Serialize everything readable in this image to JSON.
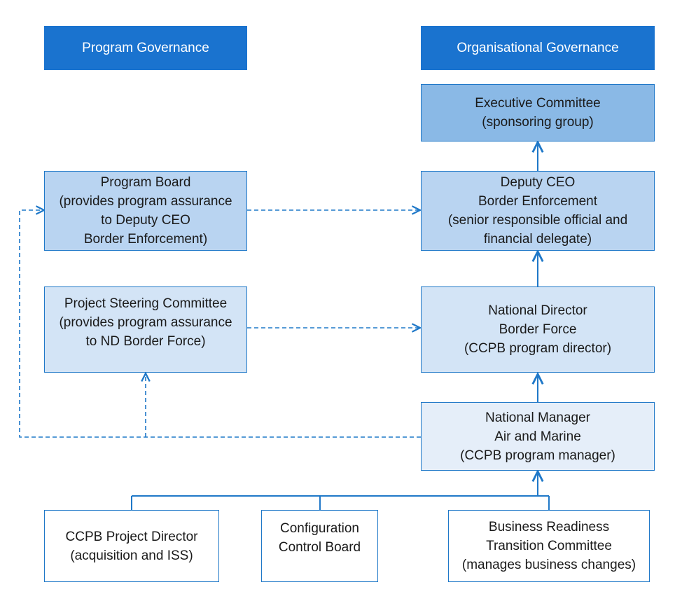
{
  "headers": {
    "program": "Program Governance",
    "organisational": "Organisational Governance"
  },
  "boxes": {
    "executive_committee": [
      "Executive Committee",
      "(sponsoring group)"
    ],
    "deputy_ceo": [
      "Deputy CEO",
      "Border Enforcement",
      "(senior responsible official and",
      "financial delegate)"
    ],
    "program_board": [
      "Program Board",
      "(provides program assurance",
      "to Deputy CEO",
      "Border Enforcement)"
    ],
    "project_steering": [
      "Project Steering Committee",
      "(provides program assurance",
      "to ND Border Force)"
    ],
    "national_director": [
      "National Director",
      "Border Force",
      "(CCPB program director)"
    ],
    "national_manager": [
      "National Manager",
      "Air and Marine",
      "(CCPB program manager)"
    ],
    "ccpb_project_director": [
      "CCPB Project Director",
      "(acquisition and ISS)"
    ],
    "configuration_control": [
      "Configuration",
      "Control Board"
    ],
    "business_readiness": [
      "Business Readiness",
      "Transition Committee",
      "(manages business changes)"
    ]
  },
  "colors": {
    "header": "#1a73cf",
    "line": "#1f78c8",
    "executive": "#8ab9e6",
    "deputy_and_board": "#b9d4f1",
    "director_and_steering": "#d3e4f6",
    "manager": "#e5eef9"
  }
}
